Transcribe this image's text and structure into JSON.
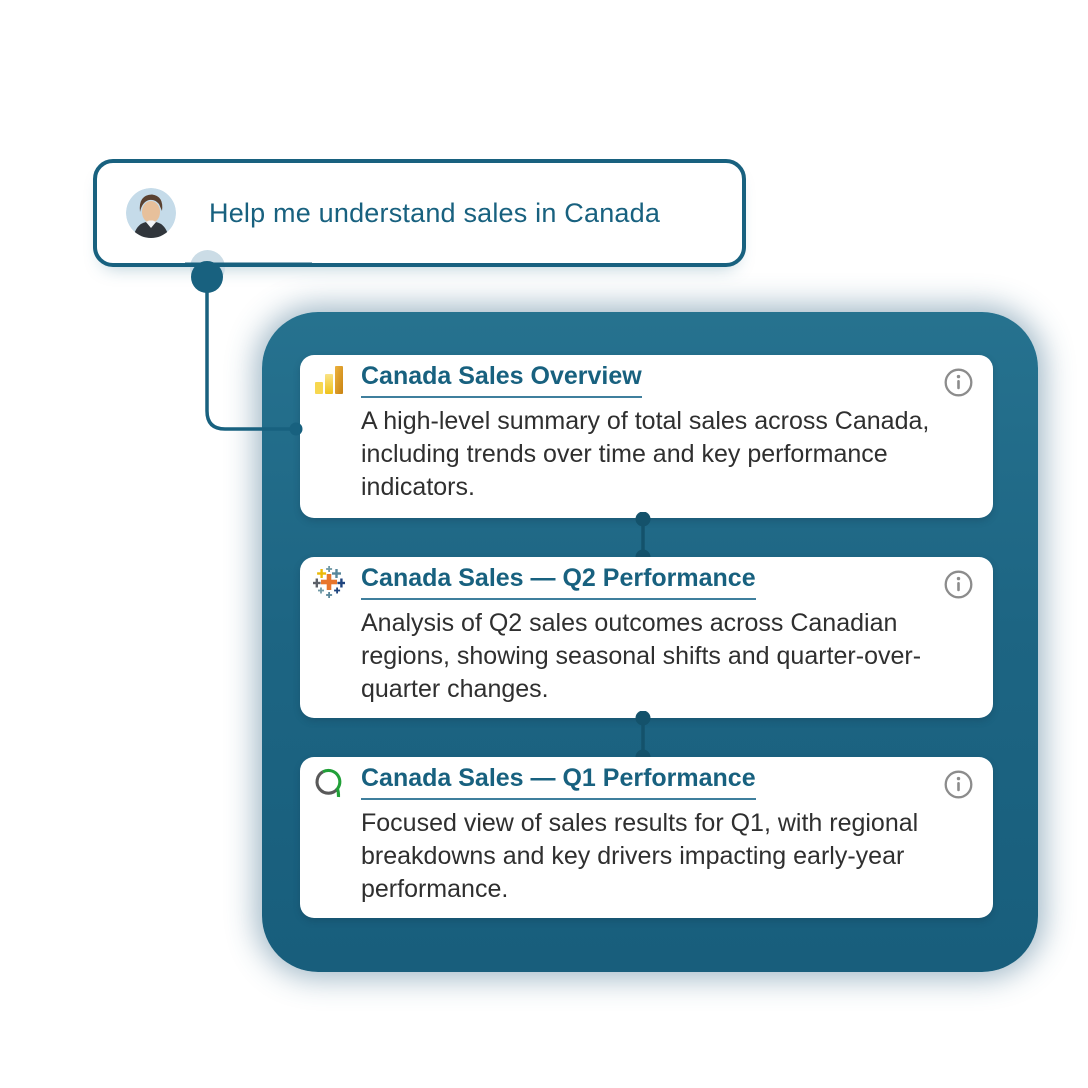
{
  "chat": {
    "message": "Help me understand sales in Canada",
    "avatar": "user-photo-avatar"
  },
  "panel": {
    "cards": [
      {
        "icon": "power-bi-icon",
        "title": "Canada Sales Overview",
        "description_lines": [
          "A high-level summary of total sales across Canada,",
          "including trends over time and key performance",
          "indicators."
        ]
      },
      {
        "icon": "tableau-icon",
        "title": "Canada Sales — Q2 Performance",
        "description_lines": [
          "Analysis of Q2 sales outcomes across Canadian",
          "regions, showing seasonal shifts and quarter-over-",
          "quarter changes."
        ]
      },
      {
        "icon": "quicksight-q-icon",
        "title": "Canada Sales — Q1 Performance",
        "description_lines": [
          "Focused view of sales results for Q1, with regional",
          "breakdowns and key drivers impacting early-year",
          "performance."
        ]
      }
    ]
  },
  "colors": {
    "accent_teal": "#18617F",
    "panel_teal": "#1D6583",
    "description_text": "#2F2F2F",
    "info_icon_gray": "#8C8C8C",
    "power_bi_yellow": "#F2C811",
    "tableau_orange": "#E8762D",
    "quicksight_green": "#21A038"
  }
}
